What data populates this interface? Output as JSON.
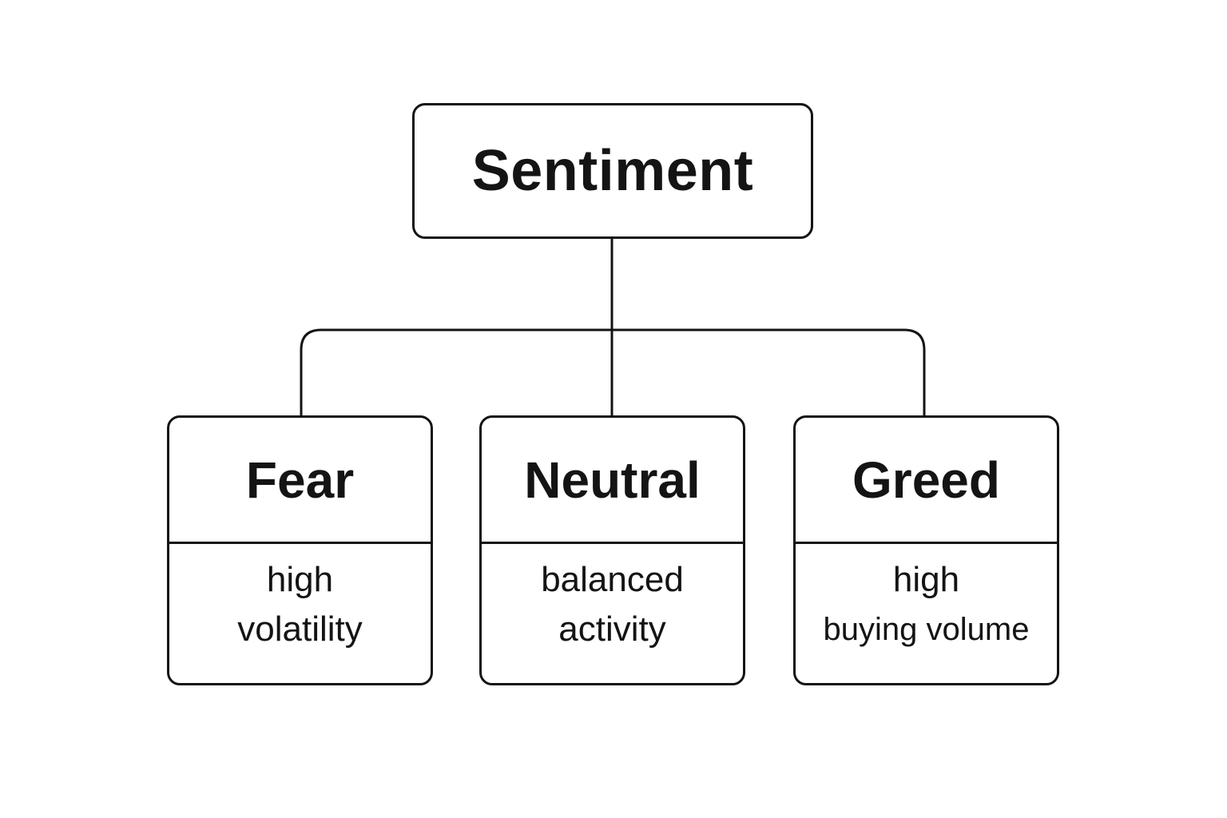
{
  "diagram": {
    "root": {
      "label": "Sentiment"
    },
    "children": [
      {
        "id": "fear",
        "title": "Fear",
        "lines": [
          "high",
          "volatility"
        ]
      },
      {
        "id": "neutral",
        "title": "Neutral",
        "lines": [
          "balanced",
          "activity"
        ]
      },
      {
        "id": "greed",
        "title": "Greed",
        "lines": [
          "high",
          "buying volume"
        ]
      }
    ],
    "colors": {
      "stroke": "#141414",
      "background": "#ffffff"
    }
  }
}
